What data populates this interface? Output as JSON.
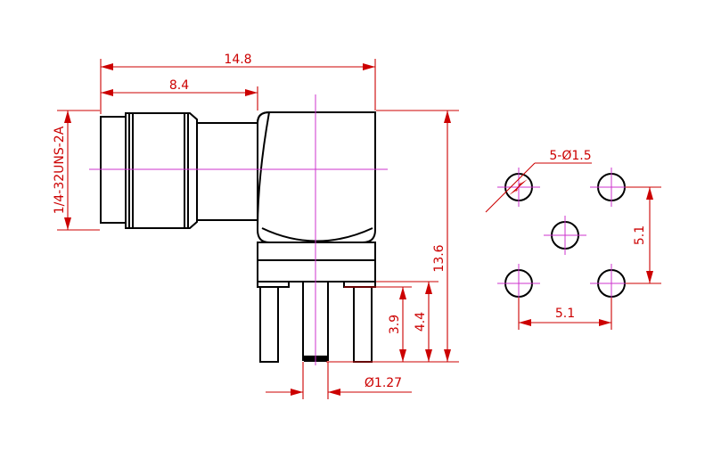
{
  "dimensions": {
    "overall_length": "14.8",
    "thread_length": "8.4",
    "thread_spec": "1/4-32UNS-2A",
    "height": "13.6",
    "pin_height_1": "3.9",
    "pin_height_2": "4.4",
    "pin_diameter": "Ø1.27",
    "hole_spec": "5-Ø1.5",
    "hole_spacing_vertical": "5.1",
    "hole_spacing_horizontal": "5.1"
  },
  "colors": {
    "dimension": "#cc0000",
    "outline": "#000000",
    "centerline": "#cc33cc"
  }
}
